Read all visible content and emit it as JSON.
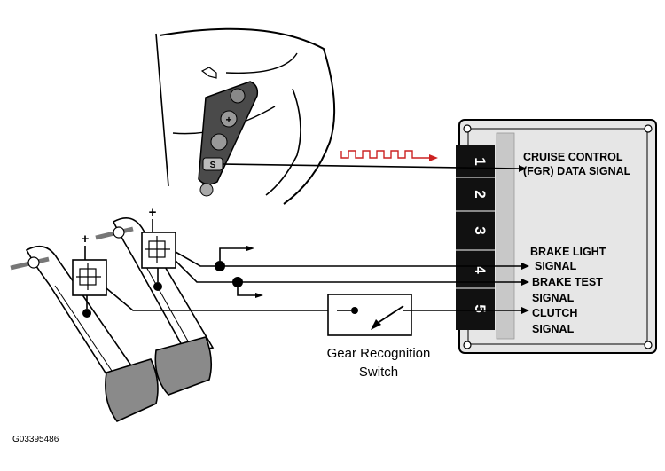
{
  "module": {
    "pins": [
      "1",
      "2",
      "3",
      "4",
      "5"
    ]
  },
  "signals": {
    "cruise_line1": "CRUISE CONTROL",
    "cruise_line2": "(FGR) DATA SIGNAL",
    "brake_light_line1": "BRAKE LIGHT",
    "brake_light_line2": "SIGNAL",
    "brake_test_line1": "BRAKE TEST",
    "brake_test_line2": "SIGNAL",
    "clutch_line1": "CLUTCH",
    "clutch_line2": "SIGNAL"
  },
  "switch": {
    "line1": "Gear Recognition",
    "line2": "Switch"
  },
  "symbols": {
    "plus": "+",
    "steering_button_s": "S"
  },
  "figure_code": "G03395486",
  "colors": {
    "signal_pulse": "#cc2222",
    "module_fill": "#e6e6e6",
    "connector_fill": "#111111",
    "pedal_pad": "#8a8a8a"
  }
}
